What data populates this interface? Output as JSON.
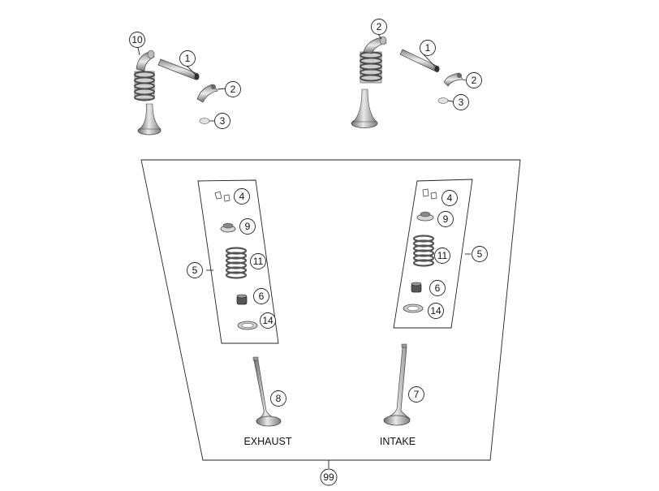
{
  "labels": {
    "exhaust": "EXHAUST",
    "intake": "INTAKE"
  },
  "callouts": {
    "c1a": "1",
    "c2a": "2",
    "c3a": "3",
    "c10": "10",
    "c2b": "2",
    "c1b": "1",
    "c2c": "2",
    "c3b": "3",
    "c4a": "4",
    "c9a": "9",
    "c11a": "11",
    "c5a": "5",
    "c6a": "6",
    "c14a": "14",
    "c4b": "4",
    "c9b": "9",
    "c11b": "11",
    "c5b": "5",
    "c6b": "6",
    "c14b": "14",
    "c8": "8",
    "c7": "7",
    "c99": "99"
  },
  "colors": {
    "line": "#222222",
    "part": "#9a9a9a",
    "part_light": "#dcdcdc",
    "part_dark": "#555555"
  }
}
